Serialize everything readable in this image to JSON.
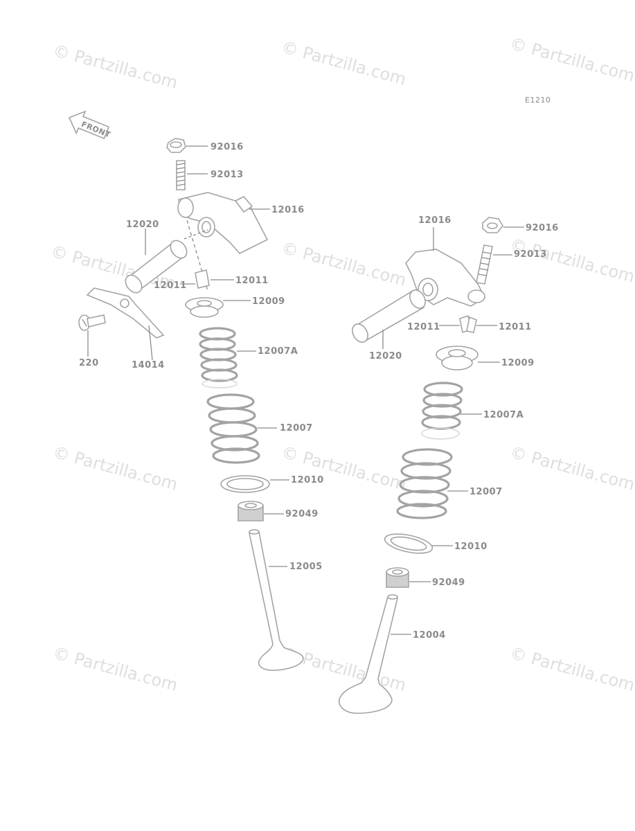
{
  "diagram_code": "E1210",
  "front_label": "FRONT",
  "watermark": "© Partzilla.com",
  "labels": {
    "l_92016": "92016",
    "l_92013": "92013",
    "l_12016": "12016",
    "l_12020": "12020",
    "l_12011a": "12011",
    "l_12011b": "12011",
    "l_12009": "12009",
    "l_12007A": "12007A",
    "l_12007": "12007",
    "l_12010": "12010",
    "l_92049": "92049",
    "l_12005": "12005",
    "l_220": "220",
    "l_14014": "14014",
    "r_12016": "12016",
    "r_92016": "92016",
    "r_92013": "92013",
    "r_12011a": "12011",
    "r_12011b": "12011",
    "r_12020": "12020",
    "r_12009": "12009",
    "r_12007A": "12007A",
    "r_12007": "12007",
    "r_12010": "12010",
    "r_92049": "92049",
    "r_12004": "12004"
  }
}
